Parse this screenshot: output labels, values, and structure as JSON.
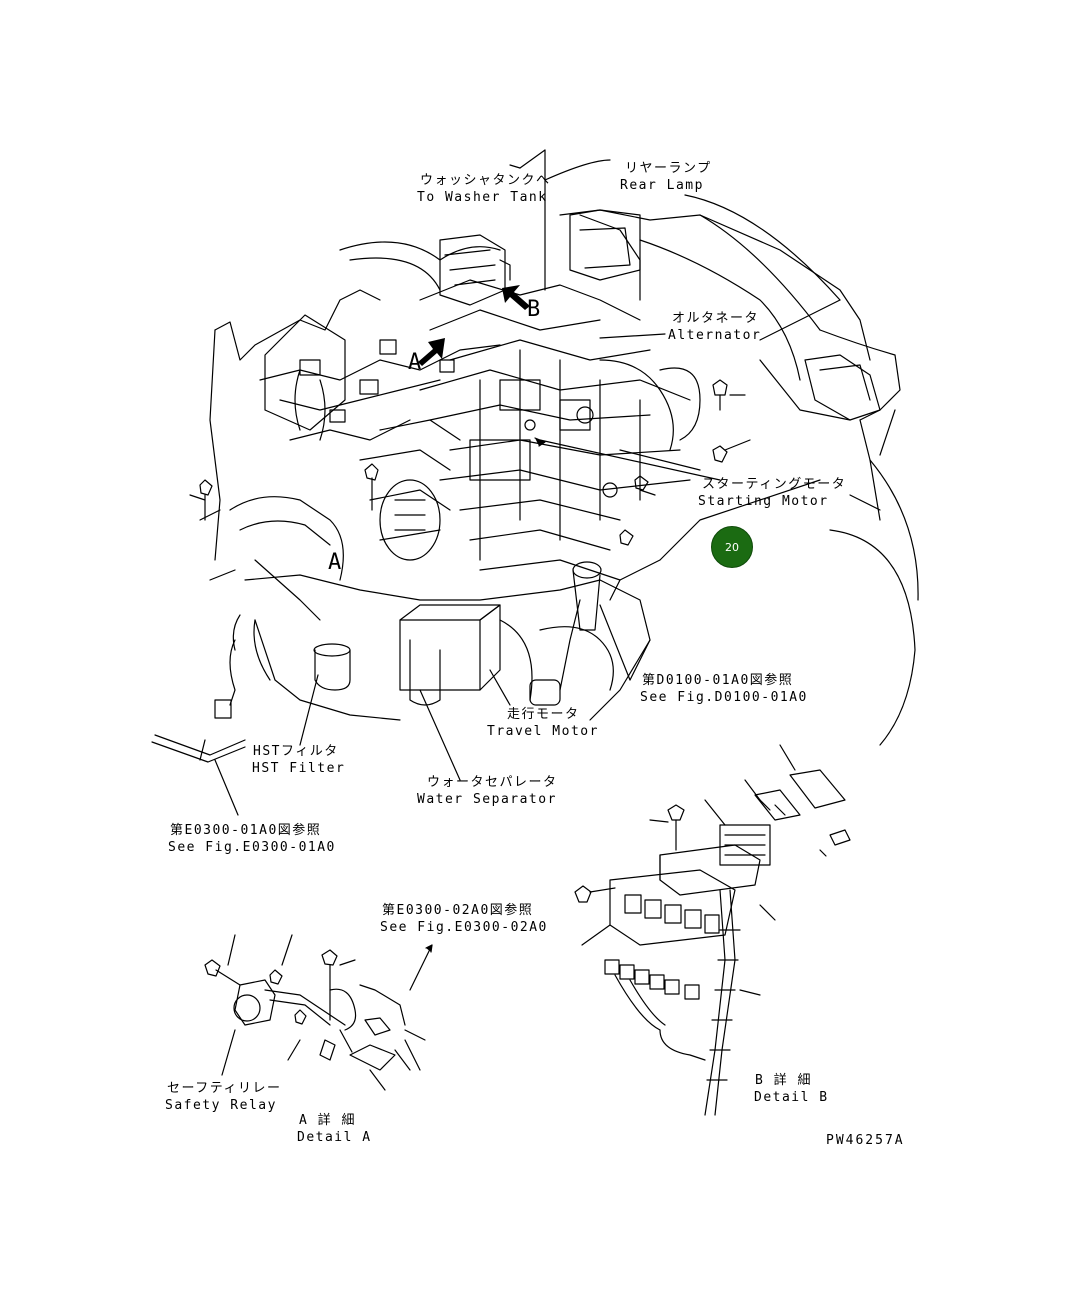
{
  "labels": {
    "washer_jp": "ウォッシャタンクへ",
    "washer_en": "To Washer Tank",
    "rear_lamp_jp": "リヤーランプ",
    "rear_lamp_en": "Rear Lamp",
    "alternator_jp": "オルタネータ",
    "alternator_en": "Alternator",
    "starting_jp": "スターティングモータ",
    "starting_en": "Starting Motor",
    "ref_d0100_jp": "第D0100-01A0図参照",
    "ref_d0100_en": "See Fig.D0100-01A0",
    "travel_jp": "走行モータ",
    "travel_en": "Travel Motor",
    "hst_jp": "HSTフィルタ",
    "hst_en": "HST Filter",
    "water_jp": "ウォータセパレータ",
    "water_en": "Water Separator",
    "ref_e0300_01_jp": "第E0300-01A0図参照",
    "ref_e0300_01_en": "See Fig.E0300-01A0",
    "ref_e0300_02_jp": "第E0300-02A0図参照",
    "ref_e0300_02_en": "See Fig.E0300-02A0",
    "safety_jp": "セーフティリレー",
    "safety_en": "Safety Relay",
    "detail_a_jp": "A 詳 細",
    "detail_a_en": "Detail A",
    "detail_b_jp": "B 詳 細",
    "detail_b_en": "Detail B",
    "marker_a": "A",
    "marker_b": "B",
    "marker_a2": "A",
    "drawing_no": "PW46257A"
  },
  "callout": {
    "number": "20",
    "color": "#1b6b12"
  }
}
